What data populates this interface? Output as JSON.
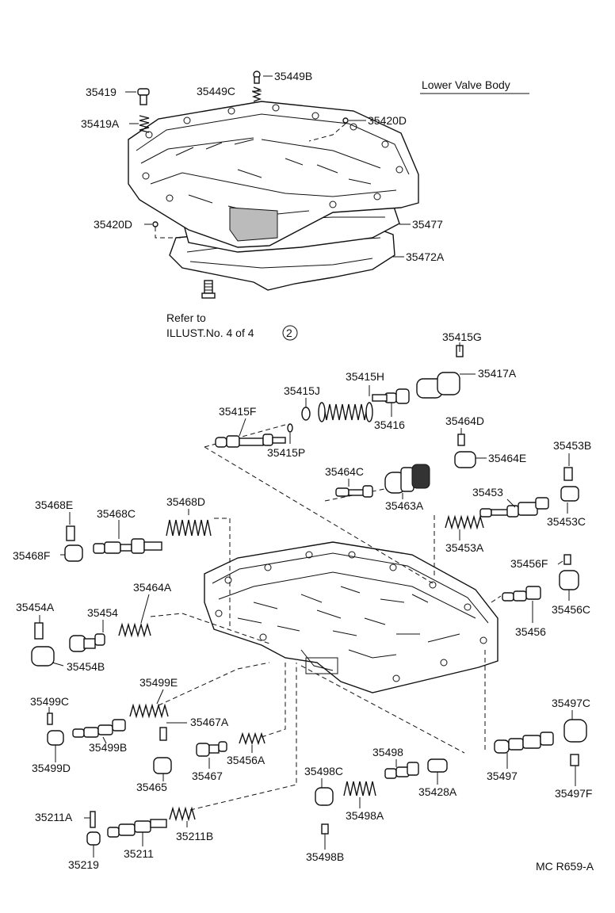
{
  "title": "Lower Valve Body",
  "code": "MC R659-A",
  "refer": {
    "line1": "Refer to",
    "line2": "ILLUST.No. 4 of 4",
    "circled": "2"
  },
  "labels": {
    "p35449B": "35449B",
    "p35449C": "35449C",
    "p35419": "35419",
    "p35419A": "35419A",
    "p35420D_top": "35420D",
    "p35420D_left": "35420D",
    "p35477": "35477",
    "p35472A": "35472A",
    "p35415G": "35415G",
    "p35415H": "35415H",
    "p35417A": "35417A",
    "p35415J": "35415J",
    "p35415F": "35415F",
    "p35416": "35416",
    "p35415P": "35415P",
    "p35464D": "35464D",
    "p35464E": "35464E",
    "p35453B": "35453B",
    "p35464C": "35464C",
    "p35463A": "35463A",
    "p35453": "35453",
    "p35453C": "35453C",
    "p35468E": "35468E",
    "p35468C": "35468C",
    "p35468D": "35468D",
    "p35468F": "35468F",
    "p35453A": "35453A",
    "p35456F": "35456F",
    "p35456C": "35456C",
    "p35464A": "35464A",
    "p35454A": "35454A",
    "p35454": "35454",
    "p35456": "35456",
    "p35454B": "35454B",
    "p35499E": "35499E",
    "p35499C": "35499C",
    "p35467A": "35467A",
    "p35497C": "35497C",
    "p35499B": "35499B",
    "p35499D": "35499D",
    "p35456A": "35456A",
    "p35498": "35498",
    "p35465": "35465",
    "p35467": "35467",
    "p35498C": "35498C",
    "p35428A": "35428A",
    "p35497": "35497",
    "p35497F": "35497F",
    "p35498A": "35498A",
    "p35211A": "35211A",
    "p35211B": "35211B",
    "p35219": "35219",
    "p35211": "35211",
    "p35498B": "35498B"
  }
}
